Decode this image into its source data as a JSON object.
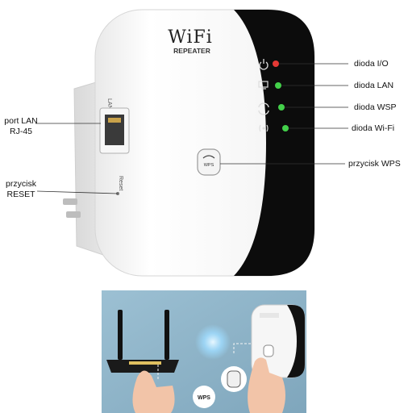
{
  "device": {
    "brand": "WiFi",
    "model": "REPEATER",
    "port_label": "LAN",
    "reset_label": "Reset",
    "wps_button_text": "WPS"
  },
  "callouts": {
    "port_lan": "port LAN",
    "rj45": "RJ-45",
    "reset_line1": "przycisk",
    "reset_line2": "RESET",
    "led_io": "dioda I/O",
    "led_lan": "dioda LAN",
    "led_wsp": "dioda WSP",
    "led_wifi": "dioda Wi-Fi",
    "wps_button": "przycisk WPS"
  },
  "leds": [
    {
      "name": "power",
      "icon": "power-icon",
      "color": "#e53935"
    },
    {
      "name": "lan",
      "icon": "monitor-icon",
      "color": "#43d04a"
    },
    {
      "name": "wps",
      "icon": "sync-icon",
      "color": "#43d04a"
    },
    {
      "name": "wifi",
      "icon": "wifi-signal-icon",
      "color": "#43d04a"
    }
  ],
  "scene": {
    "wps_circle_label": "WPS",
    "background_color": "#8fb4c9"
  }
}
